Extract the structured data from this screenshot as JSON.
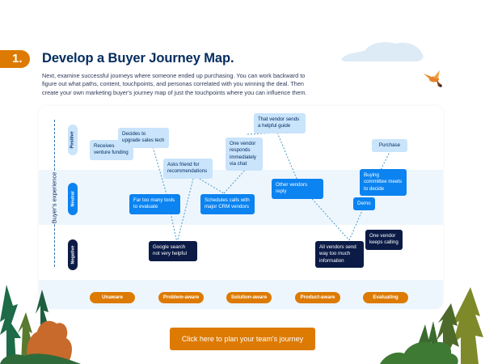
{
  "header": {
    "step_number": "1.",
    "title": "Develop a Buyer Journey Map.",
    "intro": "Next, examine successful journeys where someone ended up purchasing. You can work backward to figure out what paths, content, touchpoints, and personas correlated with you winning the deal. Then create your own marketing buyer's journey map of just the touchpoints where you can influence them."
  },
  "diagram": {
    "axis_label": "Buyer's experience",
    "levels": {
      "positive": "Positive",
      "neutral": "Neutral",
      "negative": "Negative"
    },
    "nodes": [
      {
        "id": "receives-funding",
        "label": "Receives venture funding",
        "level": "positive"
      },
      {
        "id": "decides-upgrade",
        "label": "Decides to upgrade sales tech",
        "level": "positive"
      },
      {
        "id": "asks-friend",
        "label": "Asks friend for recommendations",
        "level": "positive"
      },
      {
        "id": "too-many-tools",
        "label": "Far too many tools to evaluate",
        "level": "neutral"
      },
      {
        "id": "google-search",
        "label": "Google search not very helpful",
        "level": "negative"
      },
      {
        "id": "schedules-calls",
        "label": "Schedules calls with major CRM vendors",
        "level": "neutral"
      },
      {
        "id": "vendor-responds",
        "label": "One vendor responds immediately via chat",
        "level": "positive"
      },
      {
        "id": "helpful-guide",
        "label": "That vendor sends a helpful guide",
        "level": "positive"
      },
      {
        "id": "other-vendors-reply",
        "label": "Other vendors reply",
        "level": "neutral"
      },
      {
        "id": "too-much-info",
        "label": "All vendors send way too much information",
        "level": "negative"
      },
      {
        "id": "keeps-calling",
        "label": "One vendor keeps calling",
        "level": "negative"
      },
      {
        "id": "demo",
        "label": "Demo",
        "level": "neutral"
      },
      {
        "id": "committee",
        "label": "Buying committee meets to decide",
        "level": "neutral"
      },
      {
        "id": "purchase",
        "label": "Purchase",
        "level": "positive"
      }
    ],
    "stages": [
      "Unaware",
      "Problem-aware",
      "Solution-aware",
      "Product-aware",
      "Evaluating"
    ]
  },
  "cta": {
    "label": "Click here to plan your team's journey"
  },
  "colors": {
    "accent_orange": "#dd7a01",
    "navy": "#032d60",
    "positive": "#c9e4fb",
    "neutral": "#0b83f0",
    "negative": "#0b1b46",
    "band": "#eef6fd"
  }
}
